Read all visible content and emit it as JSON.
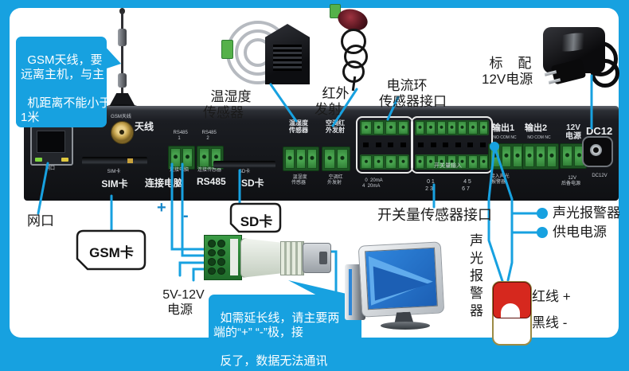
{
  "colors": {
    "accent": "#17a1e0",
    "panel": "#15171b",
    "terminal_green": "#3f9e45",
    "alarm_red": "#d6281e"
  },
  "gsm_bubble": {
    "lines": [
      "GSM天线，要",
      "远离主机，与主",
      "机距离不能小于",
      "1米"
    ]
  },
  "ext_bubble": {
    "lines": [
      "如需延长线，请主要两",
      "端的“+” “-”极，接",
      "反了，数据无法通讯"
    ]
  },
  "top": {
    "temp_sensor": [
      "温湿度",
      "传感器"
    ],
    "ir": [
      "红外",
      "发射"
    ],
    "current_loop": [
      "电流环",
      "传感器接口"
    ],
    "power": [
      "标    配",
      "12V电源"
    ]
  },
  "panel": {
    "antenna_tiny": "GSM天线",
    "antenna": "天线",
    "lan_tiny": "网口",
    "sim_tiny": "SIM卡",
    "sim": "SIM卡",
    "rs1": [
      "RS485",
      "1"
    ],
    "rs2": [
      "RS485",
      "2"
    ],
    "pc_tiny": "连接电脑",
    "sensor_tiny": "连接传感器",
    "pc": "连接电脑",
    "rs485": "RS485",
    "sd_tiny": "SD卡",
    "sd": "SD卡",
    "temp": [
      "温湿度",
      "传感器"
    ],
    "temp_tiny": [
      "温湿度",
      "传感器"
    ],
    "ac": [
      "空调红",
      "外发射"
    ],
    "ac_tiny": [
      "空调红",
      "外发射"
    ],
    "legend": [
      "0  20mA",
      "4  20mA"
    ],
    "di_label": "开关量输入",
    "di_nums": [
      "0 1",
      "2 3",
      "4 5",
      "6 7"
    ],
    "out1": "输出1",
    "out2": "输出2",
    "nonc1": "NO COM NC",
    "nonc2": "NO COM NC",
    "alarm_tiny": [
      "接入声光",
      "报警器"
    ],
    "v12": [
      "12V",
      "电源"
    ],
    "dc12": "DC12",
    "v12_tiny": [
      "12V",
      "后备电源"
    ],
    "dc12v_tiny": "DC12V"
  },
  "annotations": {
    "lan": "网口",
    "gsm_card": "GSM卡",
    "sd_card": "SD卡",
    "plus": "+",
    "minus": "-",
    "power5v": [
      "5V-12V",
      "电源"
    ],
    "di": "开关量传感器接口",
    "alarm": "声光报警器",
    "supply": "供电电源",
    "alarm_vertical": "声光报警器",
    "red_wire": "红线 +",
    "black_wire": "黑线 -"
  }
}
